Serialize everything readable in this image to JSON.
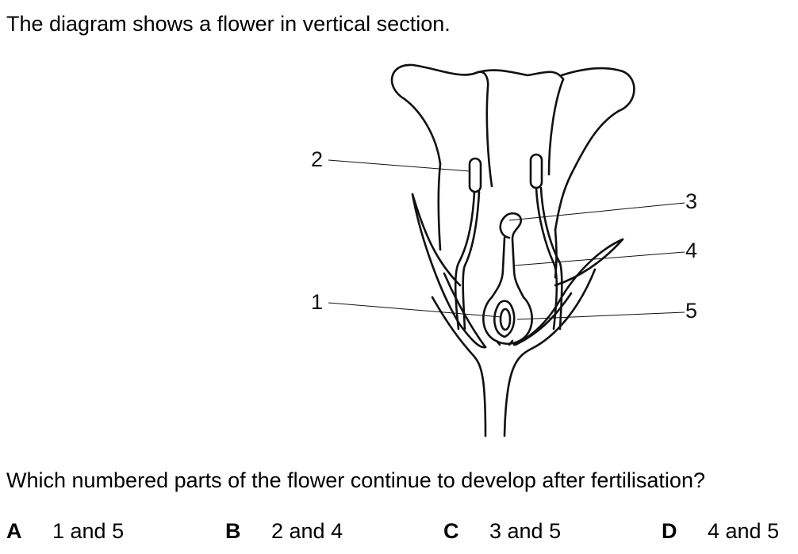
{
  "intro_text": "The diagram shows a flower in vertical section.",
  "diagram": {
    "labels": [
      "1",
      "2",
      "3",
      "4",
      "5"
    ]
  },
  "question": "Which numbered parts of the flower continue to develop after fertilisation?",
  "options": [
    {
      "letter": "A",
      "text": "1 and 5"
    },
    {
      "letter": "B",
      "text": "2 and 4"
    },
    {
      "letter": "C",
      "text": "3 and 5"
    },
    {
      "letter": "D",
      "text": "4 and 5"
    }
  ]
}
